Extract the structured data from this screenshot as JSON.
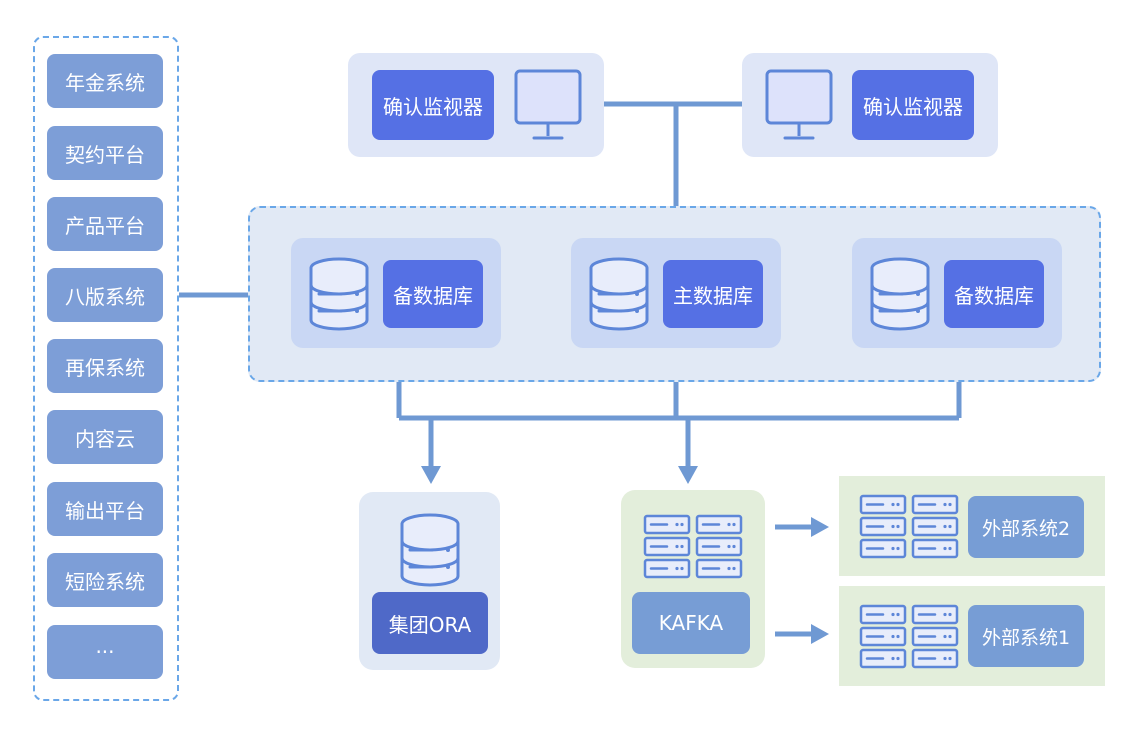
{
  "systems": [
    "年金系统",
    "契约平台",
    "产品平台",
    "八版系统",
    "再保系统",
    "内容云",
    "输出平台",
    "短险系统",
    "···"
  ],
  "monitors": {
    "left_label": "确认监视器",
    "right_label": "确认监视器"
  },
  "databases": {
    "left_label": "备数据库",
    "center_label": "主数据库",
    "right_label": "备数据库"
  },
  "ora_label": "集团ORA",
  "kafka_label": "KAFKA",
  "external": {
    "top_label": "外部系统2",
    "bottom_label": "外部系统1"
  },
  "colors": {
    "line": "#6f99d3",
    "icon": "#5d86d8",
    "label_blue": "#5570e4"
  }
}
